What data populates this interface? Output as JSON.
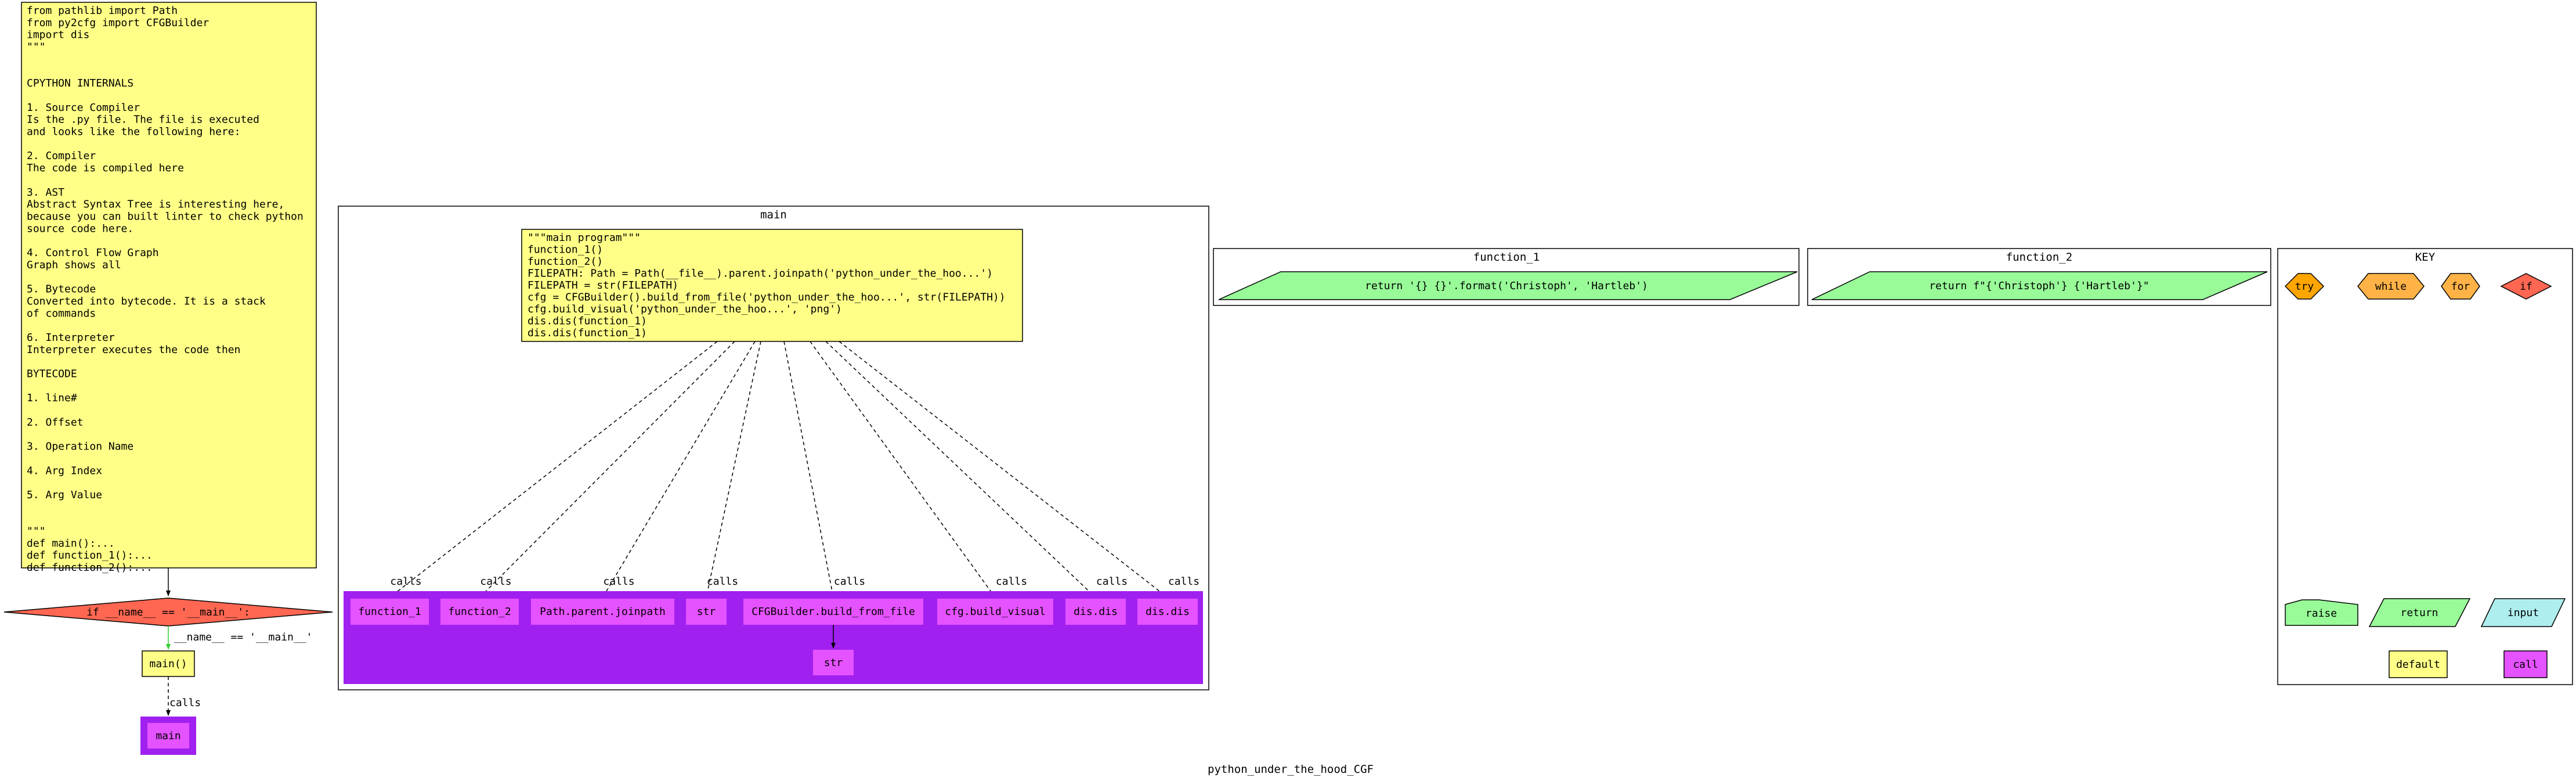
{
  "graph_title": "python_under_the_hood_CGF",
  "module_doc": {
    "lines": [
      "from pathlib import Path",
      "from py2cfg import CFGBuilder",
      "import dis",
      "\"\"\"",
      "",
      "",
      "CPYTHON INTERNALS",
      "",
      "1. Source Compiler",
      "Is the .py file. The file is executed",
      "and looks like the following here:",
      "",
      "2. Compiler",
      "The code is compiled here",
      "",
      "3. AST",
      "Abstract Syntax Tree is interesting here,",
      "because you can built linter to check python",
      "source code here.",
      "",
      "4. Control Flow Graph",
      "Graph shows all",
      "",
      "5. Bytecode",
      "Converted into bytecode. It is a stack",
      "of commands",
      "",
      "6. Interpreter",
      "Interpreter executes the code then",
      "",
      "BYTECODE",
      "",
      "1. line#",
      "",
      "2. Offset",
      "",
      "3. Operation Name",
      "",
      "4. Arg Index",
      "",
      "5. Arg Value",
      "",
      "",
      "\"\"\"",
      "def main():...",
      "def function_1():...",
      "def function_2():..."
    ]
  },
  "if_node": {
    "label": "if __name__ == '__main__':"
  },
  "if_edge_label": "__name__ == '__main__'",
  "main_call_node": {
    "label": "main()"
  },
  "main_call_edge_label": "calls",
  "main_target_node": {
    "label": "main"
  },
  "main_cluster": {
    "title": "main",
    "code_lines": [
      "\"\"\"main program\"\"\"",
      "function_1()",
      "function_2()",
      "FILEPATH: Path = Path(__file__).parent.joinpath('python_under_the_hoo...')",
      "FILEPATH = str(FILEPATH)",
      "cfg = CFGBuilder().build_from_file('python_under_the_hoo...', str(FILEPATH))",
      "cfg.build_visual('python_under_the_hoo...', 'png')",
      "dis.dis(function_1)",
      "dis.dis(function_1)"
    ],
    "edge_label": "calls",
    "calls": [
      "function_1",
      "function_2",
      "Path.parent.joinpath",
      "str",
      "CFGBuilder.build_from_file",
      "cfg.build_visual",
      "dis.dis",
      "dis.dis"
    ],
    "nested_call": "str"
  },
  "function_1_cluster": {
    "title": "function_1",
    "return_label": "return '{} {}'.format('Christoph', 'Hartleb')"
  },
  "function_2_cluster": {
    "title": "function_2",
    "return_label": "return f\"{'Christoph'} {'Hartleb'}\""
  },
  "key": {
    "title": "KEY",
    "items": {
      "try": "try",
      "while": "while",
      "for": "for",
      "if": "if",
      "raise": "raise",
      "return": "return",
      "input": "input",
      "default": "default",
      "call": "call"
    }
  },
  "colors": {
    "default_fill": "#ffff88",
    "if_fill": "#ff6752",
    "return_fill": "#98fb98",
    "input_fill": "#afeeee",
    "try_fill": "#ffa500",
    "loop_fill": "#ffb347",
    "call_fill": "#e552ff",
    "call_cluster_fill": "#a020f0",
    "true_edge": "#32cd32"
  }
}
